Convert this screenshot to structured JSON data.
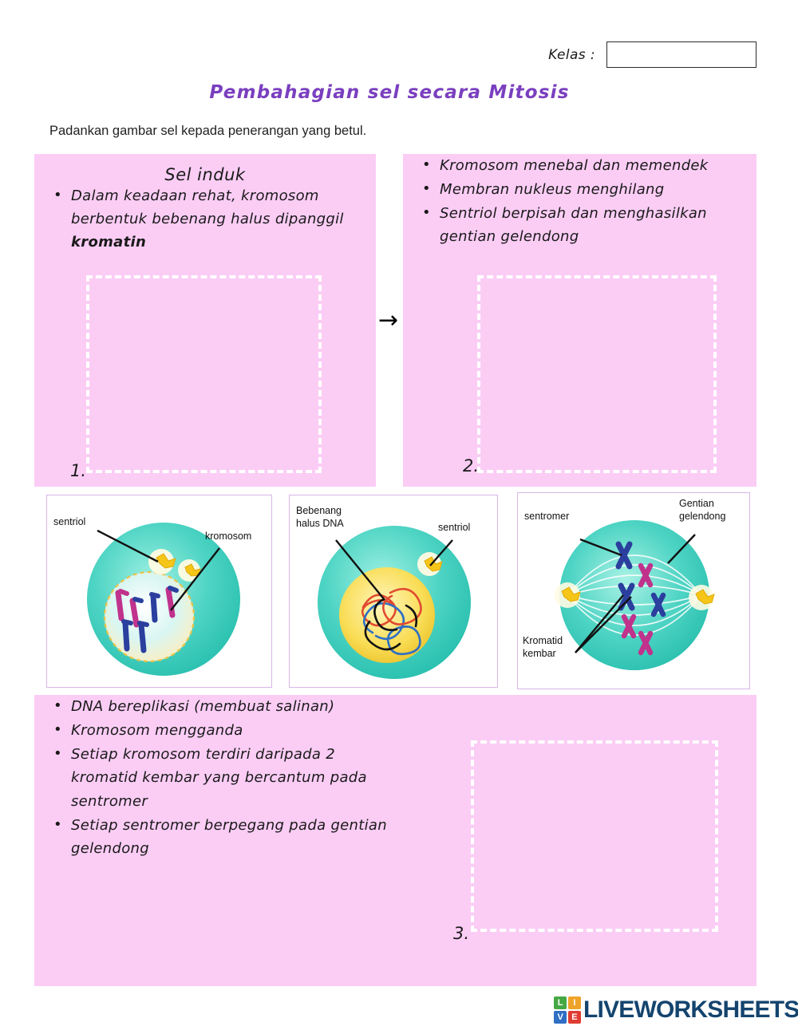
{
  "header": {
    "kelas_label": "Kelas :",
    "kelas_value": "",
    "kelas_placeholder": "",
    "title": "Pembahagian sel secara Mitosis",
    "instruction": "Padankan gambar sel kepada penerangan yang betul."
  },
  "panels": {
    "top_left": {
      "heading": "Sel induk",
      "bullets": [
        "Dalam keadaan rehat, kromosom berbentuk bebenang halus dipanggil kromatin"
      ],
      "bold_word": "kromatin",
      "dropzone_number": "1."
    },
    "top_right": {
      "bullets": [
        "Kromosom menebal dan memendek",
        "Membran nukleus menghilang",
        "Sentriol berpisah dan menghasilkan gentian gelendong"
      ],
      "dropzone_number": "2."
    },
    "bottom": {
      "bullets": [
        "DNA bereplikasi (membuat salinan)",
        "Kromosom mengganda",
        "Setiap kromosom terdiri daripada 2 kromatid kembar yang bercantum pada sentromer",
        "Setiap sentromer berpegang pada gentian gelendong"
      ],
      "dropzone_number": "3."
    }
  },
  "arrow": {
    "glyph": "→"
  },
  "figures": [
    {
      "name": "cell-interphase-chromosomes",
      "labels": [
        "sentriol",
        "kromosom"
      ]
    },
    {
      "name": "cell-dna-threads",
      "labels": [
        "Bebenang\nhalus DNA",
        "sentriol"
      ]
    },
    {
      "name": "cell-spindle-chromatids",
      "labels": [
        "sentromer",
        "Gentian\ngelendong",
        "Kromatid\nkembar"
      ]
    }
  ],
  "footer": {
    "logo_letters": [
      "L",
      "I",
      "V",
      "E"
    ],
    "logo_word": "LIVEWORKSHEETS",
    "colors": {
      "l": "#45a845",
      "i": "#f0a32a",
      "v": "#2f6fc4",
      "e": "#e03c31",
      "word": "#14446e"
    }
  },
  "colors": {
    "panel_pink": "#fbcdf5",
    "title_purple": "#7a3fbf",
    "cell_teal": "#3fc9bd",
    "nucleus_yellow": "#f7d94e",
    "chromosome_magenta": "#c0328c",
    "chromosome_blue": "#2b3f9e",
    "centriole_yellow": "#f5c518"
  }
}
